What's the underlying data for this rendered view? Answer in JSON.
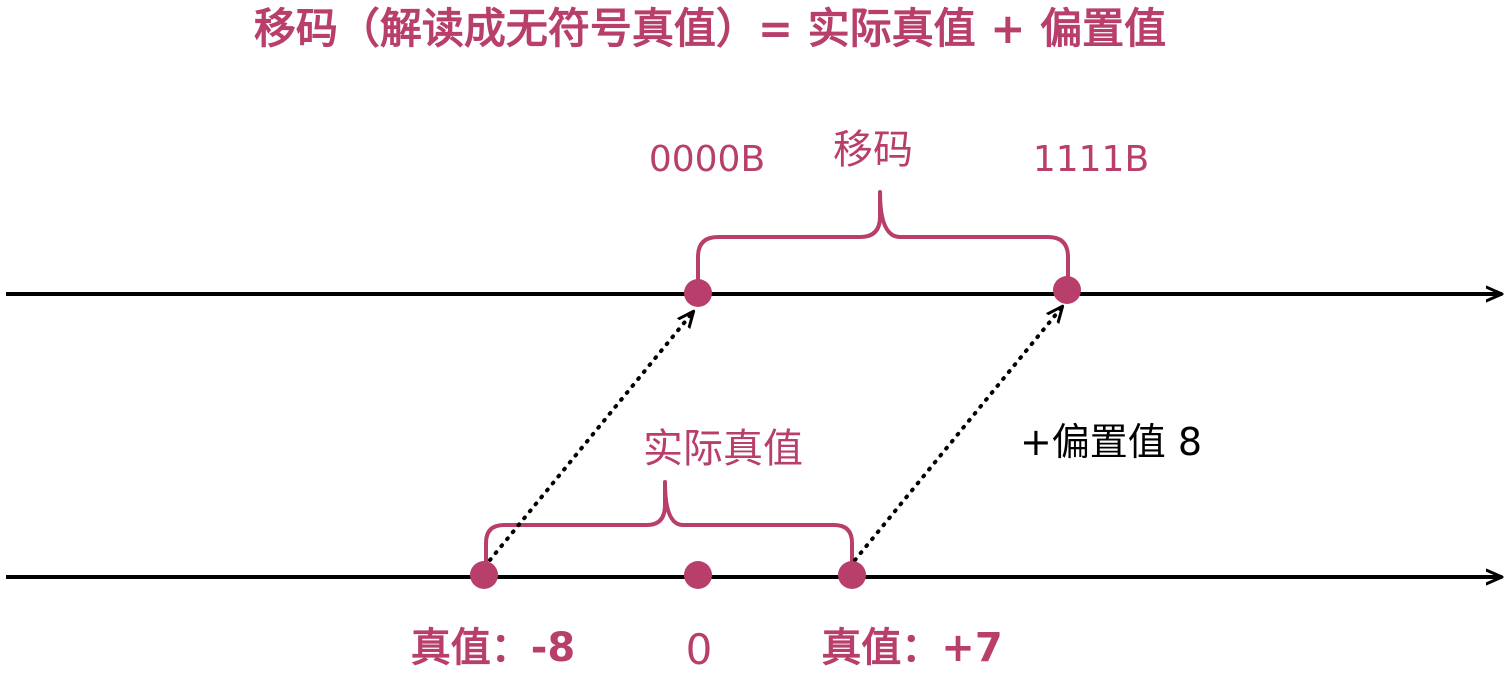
{
  "title": "移码（解读成无符号真值）= 实际真值 + 偏置值",
  "top_axis": {
    "left_label": "0000B",
    "right_label": "1111B",
    "brace_label": "移码"
  },
  "bottom_axis": {
    "brace_label": "实际真值",
    "left_label": "真值：-8",
    "middle_label": "0",
    "right_label": "真值：+7"
  },
  "bias_label": "+偏置值 8",
  "colors": {
    "accent": "#B83F6B",
    "text_accent": "#B83F6B",
    "line": "#000000",
    "background": "#FFFFFF"
  }
}
